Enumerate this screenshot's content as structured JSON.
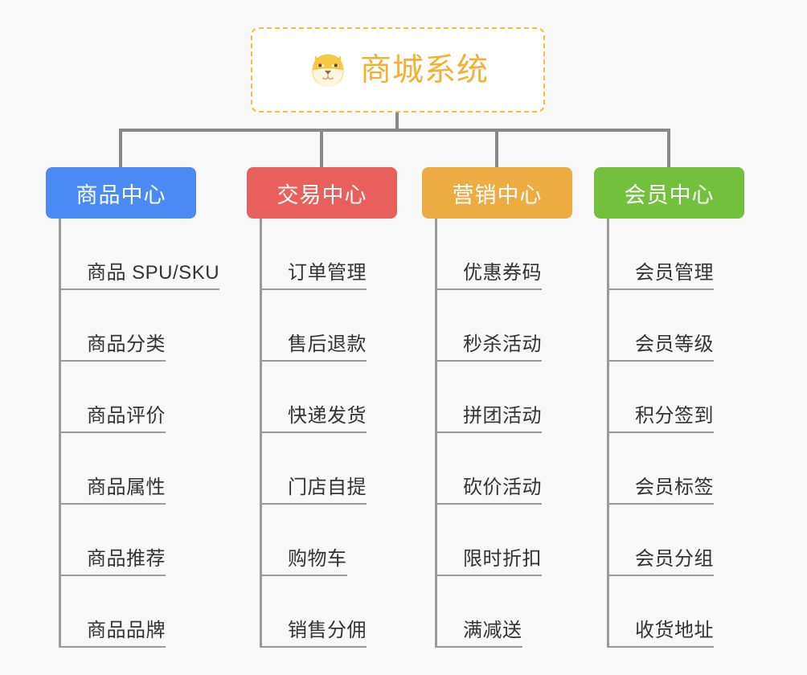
{
  "diagram": {
    "title": "商城系统",
    "root_icon": "dog-face-icon",
    "background_color": "#f8f8f8",
    "root_border_color": "#f7ba45",
    "root_text_color": "#f2b134",
    "connector_color": "#888888",
    "branches": [
      {
        "label": "商品中心",
        "color": "#4a8af4",
        "items": [
          "商品 SPU/SKU",
          "商品分类",
          "商品评价",
          "商品属性",
          "商品推荐",
          "商品品牌"
        ]
      },
      {
        "label": "交易中心",
        "color": "#e95f5c",
        "items": [
          "订单管理",
          "售后退款",
          "快递发货",
          "门店自提",
          "购物车",
          "销售分佣"
        ]
      },
      {
        "label": "营销中心",
        "color": "#eeab41",
        "items": [
          "优惠券码",
          "秒杀活动",
          "拼团活动",
          "砍价活动",
          "限时折扣",
          "满减送"
        ]
      },
      {
        "label": "会员中心",
        "color": "#72c03c",
        "items": [
          "会员管理",
          "会员等级",
          "积分签到",
          "会员标签",
          "会员分组",
          "收货地址"
        ]
      }
    ]
  }
}
